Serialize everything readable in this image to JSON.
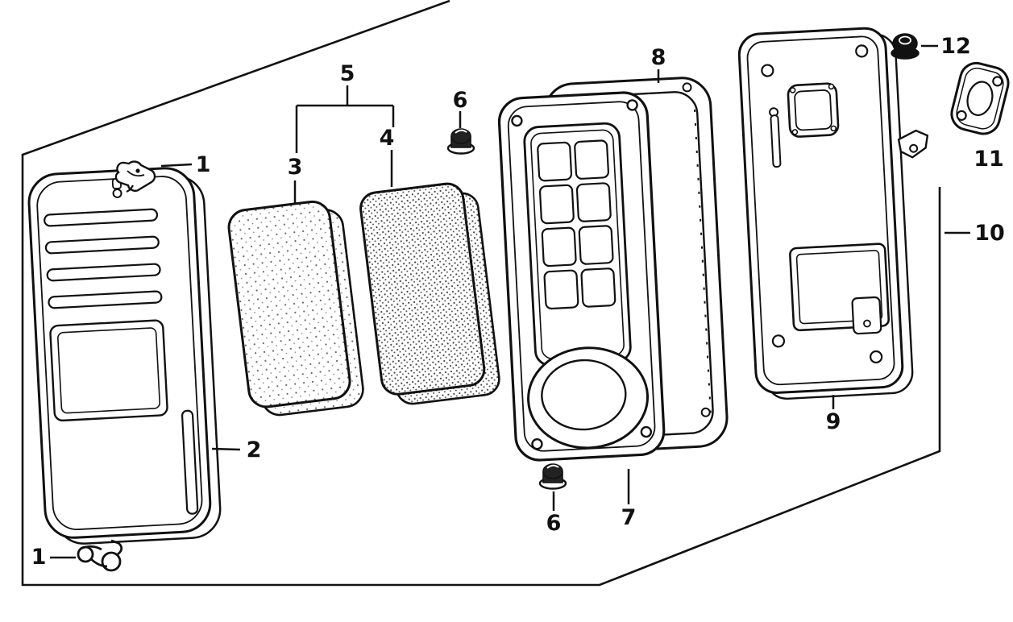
{
  "diagram": {
    "background": "#ffffff",
    "line_color": "#111111",
    "callouts": {
      "clip_top": "1",
      "clip_bottom": "1",
      "cover": "2",
      "foam_filter": "3",
      "paper_filter": "4",
      "filter_set": "5",
      "nut_top": "6",
      "nut_bottom": "6",
      "housing": "7",
      "seal": "8",
      "back_plate": "9",
      "assembly": "10",
      "gasket": "11",
      "grommet": "12"
    }
  }
}
